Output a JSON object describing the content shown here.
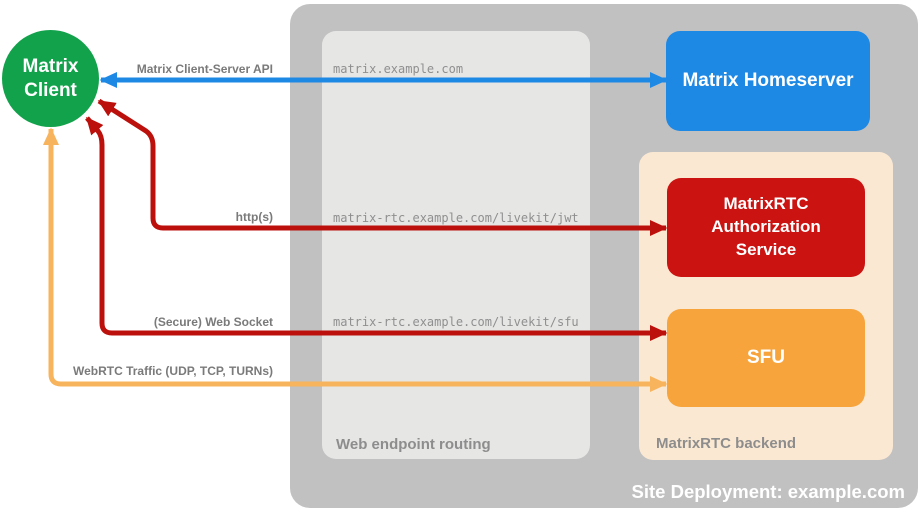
{
  "nodes": {
    "matrix_client": {
      "line1": "Matrix",
      "line2": "Client",
      "color": "#12a24b"
    },
    "matrix_homeserver": {
      "label": "Matrix Homeserver",
      "color": "#1e88e5"
    },
    "matrixrtc_auth": {
      "label": "MatrixRTC Authorization Service",
      "color": "#cb1312"
    },
    "sfu": {
      "label": "SFU",
      "color": "#f7a43c"
    }
  },
  "containers": {
    "site_deployment": {
      "label": "Site Deployment: example.com",
      "color": "#c1c1c1"
    },
    "web_endpoint_routing": {
      "label": "Web endpoint routing",
      "color": "#e6e6e5"
    },
    "matrixrtc_backend": {
      "label": "MatrixRTC backend",
      "color": "#fbe8d2"
    }
  },
  "routes": {
    "cs": "matrix.example.com",
    "jwt": "matrix-rtc.example.com/livekit/jwt",
    "sfu": "matrix-rtc.example.com/livekit/sfu"
  },
  "edges": {
    "cs_api": {
      "label": "Matrix Client-Server API",
      "color": "#1e88e5"
    },
    "https": {
      "label": "http(s)",
      "color": "#bb100c"
    },
    "websocket": {
      "label": "(Secure) Web Socket",
      "color": "#bb100c"
    },
    "webrtc": {
      "label": "WebRTC Traffic (UDP, TCP, TURNs)",
      "color": "#f8b45c"
    }
  }
}
